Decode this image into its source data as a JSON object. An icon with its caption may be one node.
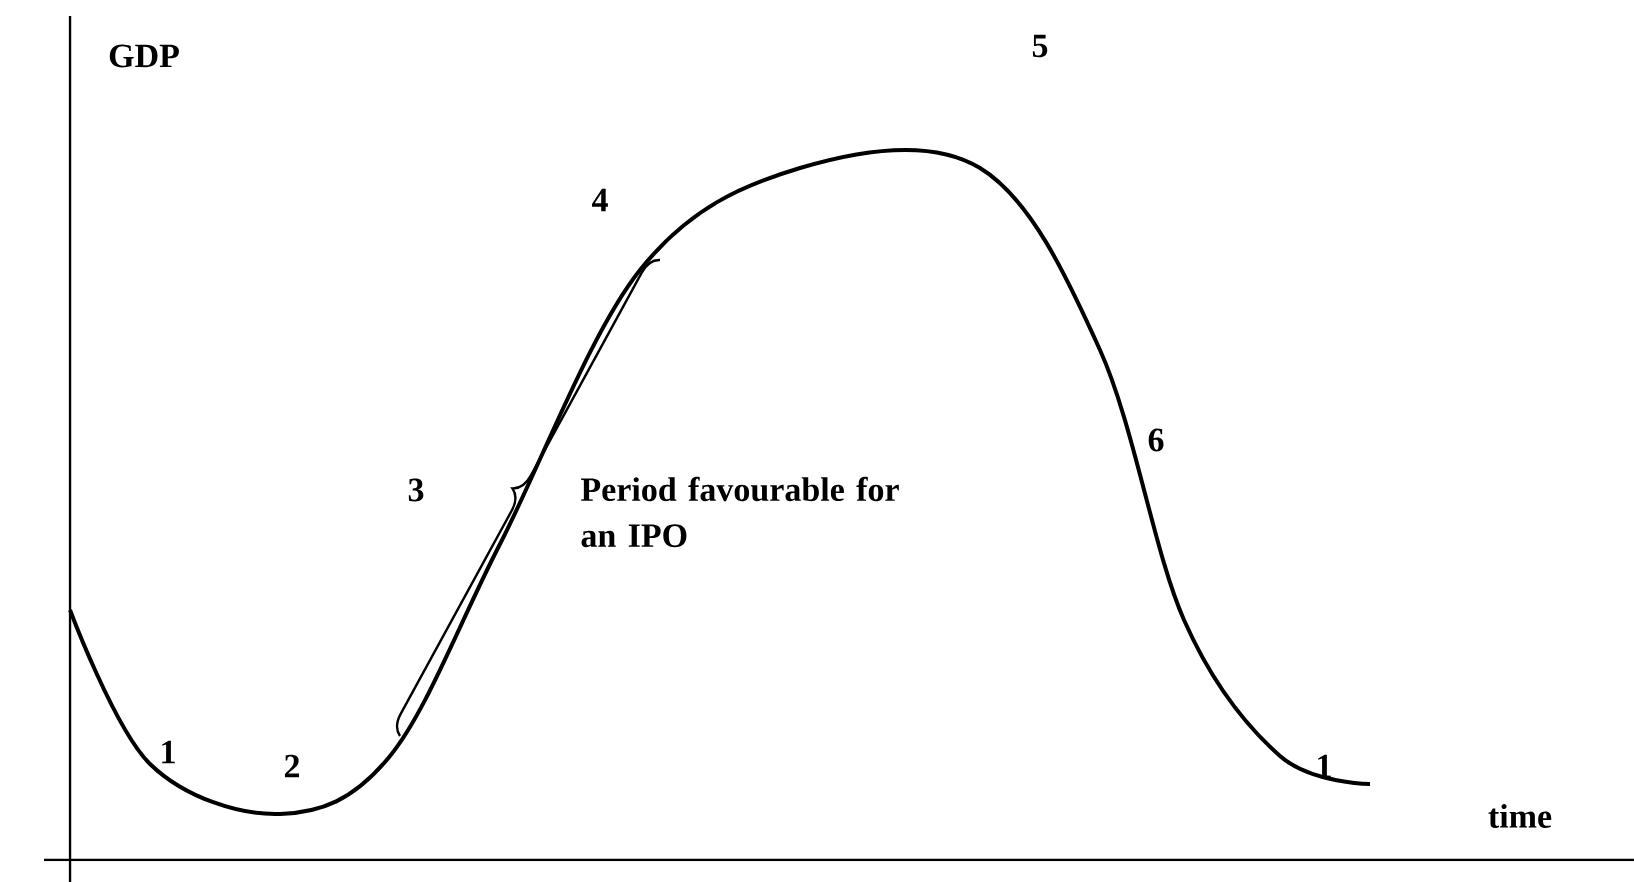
{
  "diagram": {
    "labels": [
      "GDP",
      "5",
      "4",
      "6",
      "3",
      "Period favourable for an IPO",
      "1",
      "2",
      "1",
      "time"
    ]
  }
}
